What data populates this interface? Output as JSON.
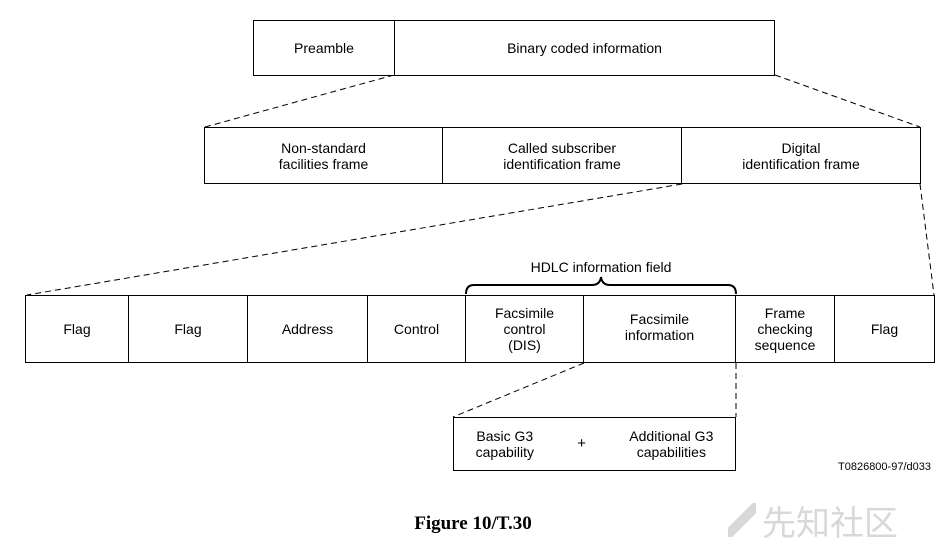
{
  "top": {
    "preamble": "Preamble",
    "binary": "Binary coded information"
  },
  "middle": {
    "nsf": "Non-standard\nfacilities frame",
    "csi": "Called subscriber\nidentification frame",
    "dis": "Digital\nidentification frame"
  },
  "hdlc": {
    "label": "HDLC information field",
    "flag1": "Flag",
    "flag2": "Flag",
    "address": "Address",
    "control": "Control",
    "fcf": "Facsimile\ncontrol\n(DIS)",
    "fif": "Facsimile\ninformation",
    "fcs": "Frame\nchecking\nsequence",
    "flag3": "Flag"
  },
  "capability": {
    "basic": "Basic G3\ncapability",
    "plus": "+",
    "additional": "Additional G3\ncapabilities"
  },
  "figure_code": "T0826800-97/d033",
  "caption": "Figure 10/T.30",
  "watermark": "先知社区"
}
